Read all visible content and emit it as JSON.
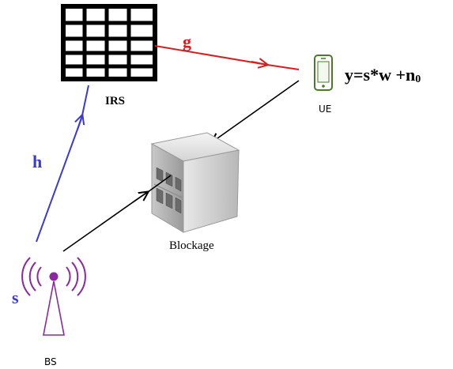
{
  "nodes": {
    "irs": "IRS",
    "ue": "UE",
    "bs": "BS",
    "blockage": "Blockage"
  },
  "channels": {
    "h": "h",
    "g": "g",
    "s": "s"
  },
  "equation": {
    "main": "y=s*w +n",
    "subscript": "0"
  },
  "colors": {
    "h_link": "#3b3bd0",
    "g_link": "#d42020",
    "direct_link": "#000000",
    "bs_antenna": "#8a2a9e",
    "ue_phone": "#4a7a2a"
  },
  "icons": {
    "irs": "grid-surface-icon",
    "ue": "smartphone-icon",
    "bs": "antenna-tower-icon",
    "blockage": "building-icon"
  }
}
